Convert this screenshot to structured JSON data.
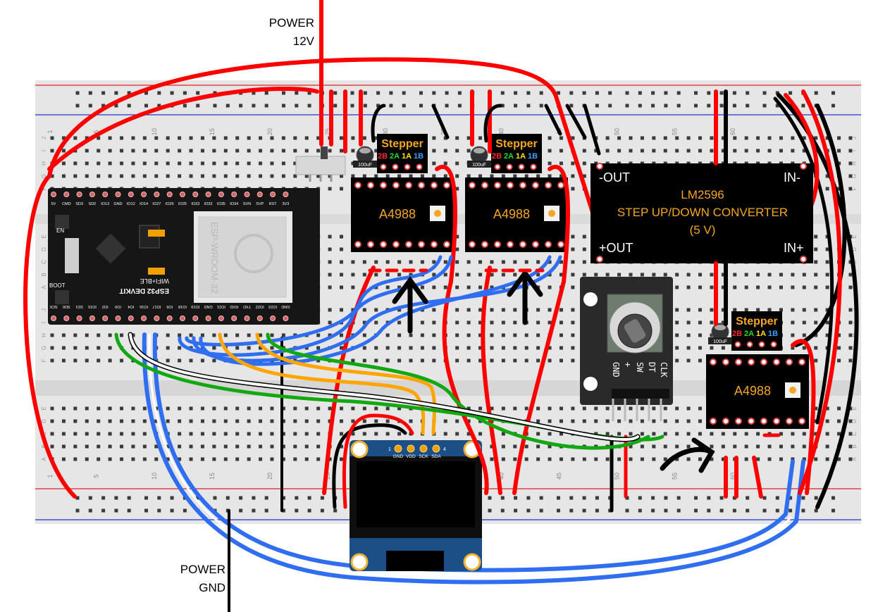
{
  "labels": {
    "power_12v_line1": "POWER",
    "power_12v_line2": "12V",
    "power_gnd_line1": "POWER",
    "power_gnd_line2": "GND"
  },
  "breadboard": {
    "column_numbers": [
      "1",
      "5",
      "10",
      "15",
      "20",
      "25",
      "30",
      "35",
      "40",
      "45",
      "50",
      "55",
      "60"
    ],
    "row_letters_top": [
      "J",
      "I",
      "H",
      "G",
      "F"
    ],
    "row_letters_bottom": [
      "E",
      "D",
      "C",
      "B",
      "A"
    ]
  },
  "esp32": {
    "title": "ESP32 DEVKIT",
    "subtitle": "WIFI+BLE",
    "module_label": "ESP-WROOM-32",
    "en_label": "EN",
    "boot_label": "BOOT",
    "top_pins": [
      "5V",
      "CMD",
      "SD3",
      "SD2",
      "IO13",
      "GND",
      "IO12",
      "IO14",
      "IO27",
      "IO26",
      "IO25",
      "IO33",
      "IO32",
      "IO35",
      "IO34",
      "SVN",
      "SVP",
      "RST",
      "3V3"
    ],
    "bottom_pins": [
      "SCK",
      "SD0",
      "SD1",
      "IO15",
      "IO2",
      "IO0",
      "IO4",
      "IO16",
      "IO17",
      "IO5",
      "IO18",
      "IO19",
      "GND",
      "IO21",
      "RXD",
      "TXD",
      "IO22",
      "IO23",
      "GND"
    ]
  },
  "drivers": [
    {
      "chip": "A4988",
      "header": "Stepper",
      "coil_labels": [
        "2B",
        "2A",
        "1A",
        "1B"
      ],
      "capacitor": "100uF"
    },
    {
      "chip": "A4988",
      "header": "Stepper",
      "coil_labels": [
        "2B",
        "2A",
        "1A",
        "1B"
      ],
      "capacitor": "100uF"
    },
    {
      "chip": "A4988",
      "header": "Stepper",
      "coil_labels": [
        "2B",
        "2A",
        "1A",
        "1B"
      ],
      "capacitor": "100uF"
    }
  ],
  "coil_colors": [
    "#ff2a2a",
    "#22dd22",
    "#ffe21a",
    "#3aa0ff"
  ],
  "converter": {
    "title": "LM2596",
    "subtitle": "STEP UP/DOWN CONVERTER",
    "voltage": "(5 V)",
    "out_minus": "-OUT",
    "out_plus": "+OUT",
    "in_minus": "IN-",
    "in_plus": "IN+"
  },
  "oled": {
    "pin_numbers": [
      "1",
      "",
      "",
      "4"
    ],
    "pin_labels": [
      "GND",
      "VDD",
      "SCK",
      "SDA"
    ]
  },
  "encoder": {
    "pins": [
      "CLK",
      "DT",
      "SW",
      "+",
      "GND"
    ]
  },
  "colors": {
    "wire_red": "#ff0000",
    "wire_black": "#000000",
    "wire_blue": "#2f6ef0",
    "wire_orange": "#ffa500",
    "wire_green": "#11a811",
    "label_orange": "#f5a623"
  }
}
